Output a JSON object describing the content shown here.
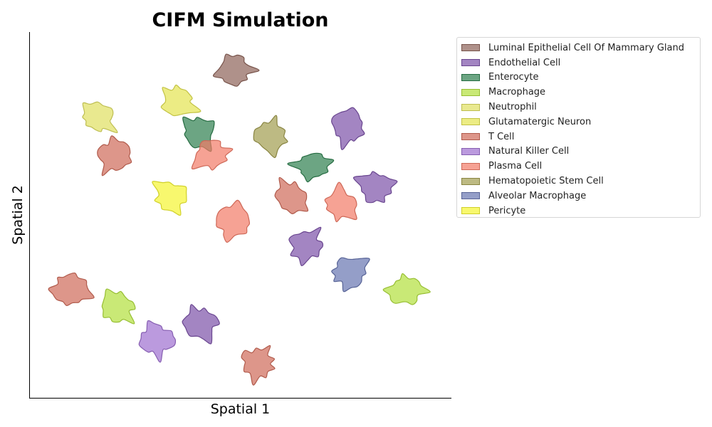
{
  "chart_data": {
    "type": "scatter",
    "title": "CIFM Simulation",
    "xlabel": "Spatial 1",
    "ylabel": "Spatial 2",
    "xlim": [
      0,
      100
    ],
    "ylim": [
      0,
      100
    ],
    "legend_position": "outside-right-top",
    "categories": [
      {
        "name": "Luminal Epithelial Cell Of Mammary Gland",
        "color": "#8d6358"
      },
      {
        "name": "Endothelial Cell",
        "color": "#7c51a8"
      },
      {
        "name": "Enterocyte",
        "color": "#2d7f4e"
      },
      {
        "name": "Macrophage",
        "color": "#b2e03c"
      },
      {
        "name": "Neutrophil",
        "color": "#e0e060"
      },
      {
        "name": "Glutamatergic Neuron",
        "color": "#e4e450"
      },
      {
        "name": "T Cell",
        "color": "#cf6a58"
      },
      {
        "name": "Natural Killer Cell",
        "color": "#9e6fd0"
      },
      {
        "name": "Plasma Cell",
        "color": "#f27a66"
      },
      {
        "name": "Hematopoietic Stem Cell",
        "color": "#a19c4e"
      },
      {
        "name": "Alveolar Macrophage",
        "color": "#6675b1"
      },
      {
        "name": "Pericyte",
        "color": "#f5f530"
      }
    ],
    "cells": [
      {
        "type": "Luminal Epithelial Cell Of Mammary Gland",
        "x": 48.5,
        "y": 89.8
      },
      {
        "type": "Glutamatergic Neuron",
        "x": 35.1,
        "y": 80.8
      },
      {
        "type": "Neutrophil",
        "x": 16.3,
        "y": 76.6
      },
      {
        "type": "Enterocyte",
        "x": 40.2,
        "y": 72.9
      },
      {
        "type": "Hematopoietic Stem Cell",
        "x": 57.1,
        "y": 71.8
      },
      {
        "type": "Endothelial Cell",
        "x": 75.4,
        "y": 73.9
      },
      {
        "type": "T Cell",
        "x": 20.2,
        "y": 66.1
      },
      {
        "type": "Plasma Cell",
        "x": 43.0,
        "y": 66.6
      },
      {
        "type": "Enterocyte",
        "x": 67.0,
        "y": 63.4
      },
      {
        "type": "Endothelial Cell",
        "x": 82.1,
        "y": 57.5
      },
      {
        "type": "Pericyte",
        "x": 33.5,
        "y": 55.0
      },
      {
        "type": "T Cell",
        "x": 61.9,
        "y": 54.7
      },
      {
        "type": "Plasma Cell",
        "x": 73.7,
        "y": 52.7
      },
      {
        "type": "Plasma Cell",
        "x": 48.2,
        "y": 47.9
      },
      {
        "type": "Endothelial Cell",
        "x": 65.5,
        "y": 41.6
      },
      {
        "type": "Alveolar Macrophage",
        "x": 75.7,
        "y": 34.5
      },
      {
        "type": "Macrophage",
        "x": 89.1,
        "y": 29.4
      },
      {
        "type": "T Cell",
        "x": 9.7,
        "y": 29.6
      },
      {
        "type": "Macrophage",
        "x": 20.7,
        "y": 24.8
      },
      {
        "type": "Endothelial Cell",
        "x": 40.6,
        "y": 20.5
      },
      {
        "type": "Natural Killer Cell",
        "x": 30.1,
        "y": 15.9
      },
      {
        "type": "T Cell",
        "x": 54.1,
        "y": 9.6
      }
    ]
  }
}
